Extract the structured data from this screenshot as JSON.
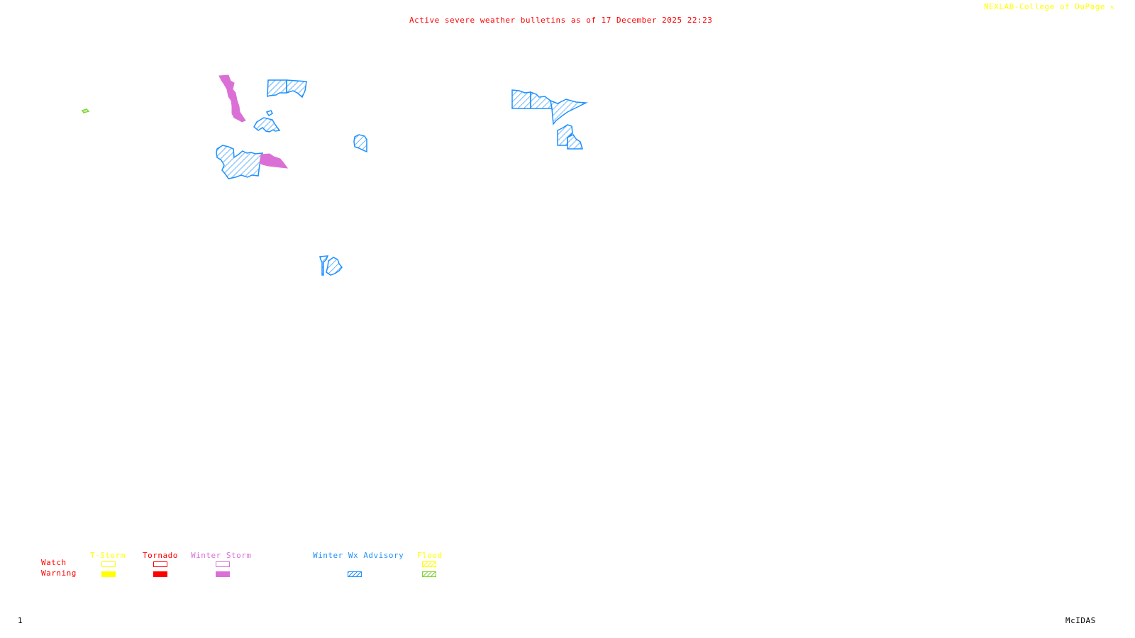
{
  "header": {
    "title": "Active severe weather bulletins as of 17 December 2025 22:23",
    "credit": "NEXLAB-College of DuPage",
    "credit_mark": "↖"
  },
  "colors": {
    "title": "#ff0000",
    "credit": "#ffff00",
    "tstorm": "#ffff00",
    "tornado": "#ff0000",
    "winter_storm": "#da70d6",
    "winter_wx_advisory": "#1e90ff",
    "flood_watch": "#ffff00",
    "flood_warning": "#7fd631",
    "frame_text": "#000000"
  },
  "legend": {
    "row_labels": {
      "watch": "Watch",
      "warning": "Warning"
    },
    "columns": [
      {
        "key": "tstorm",
        "label": "T-Storm",
        "watch": "outline",
        "warning": "solid"
      },
      {
        "key": "tornado",
        "label": "Tornado",
        "watch": "outline",
        "warning": "solid"
      },
      {
        "key": "winter_storm",
        "label": "Winter Storm",
        "watch": "outline",
        "warning": "solid"
      },
      {
        "key": "winter_wx_advisory",
        "label": "Winter Wx Advisory",
        "watch": null,
        "warning": "hatched"
      },
      {
        "key": "flood",
        "label": "Flood",
        "watch": "hatched",
        "warning": "hatched"
      }
    ]
  },
  "map": {
    "regions": [
      {
        "type": "winter_storm_warning",
        "area": "northern Sierra / Cascades strip"
      },
      {
        "type": "winter_wx_advisory",
        "area": "northern Rockies pair"
      },
      {
        "type": "winter_wx_advisory",
        "area": "small island region"
      },
      {
        "type": "winter_wx_advisory",
        "area": "west-central region"
      },
      {
        "type": "winter_wx_advisory",
        "area": "southwest cluster"
      },
      {
        "type": "winter_storm_warning",
        "area": "southwest cluster east lobe"
      },
      {
        "type": "winter_wx_advisory",
        "area": "central plains cell"
      },
      {
        "type": "winter_wx_advisory",
        "area": "upper Great Lakes band"
      },
      {
        "type": "winter_wx_advisory",
        "area": "Great Lakes lower cell"
      },
      {
        "type": "winter_wx_advisory",
        "area": "southern cell"
      },
      {
        "type": "flood_warning",
        "area": "far west small cell"
      }
    ]
  },
  "footer": {
    "frame_number": "1",
    "software": "McIDAS"
  }
}
